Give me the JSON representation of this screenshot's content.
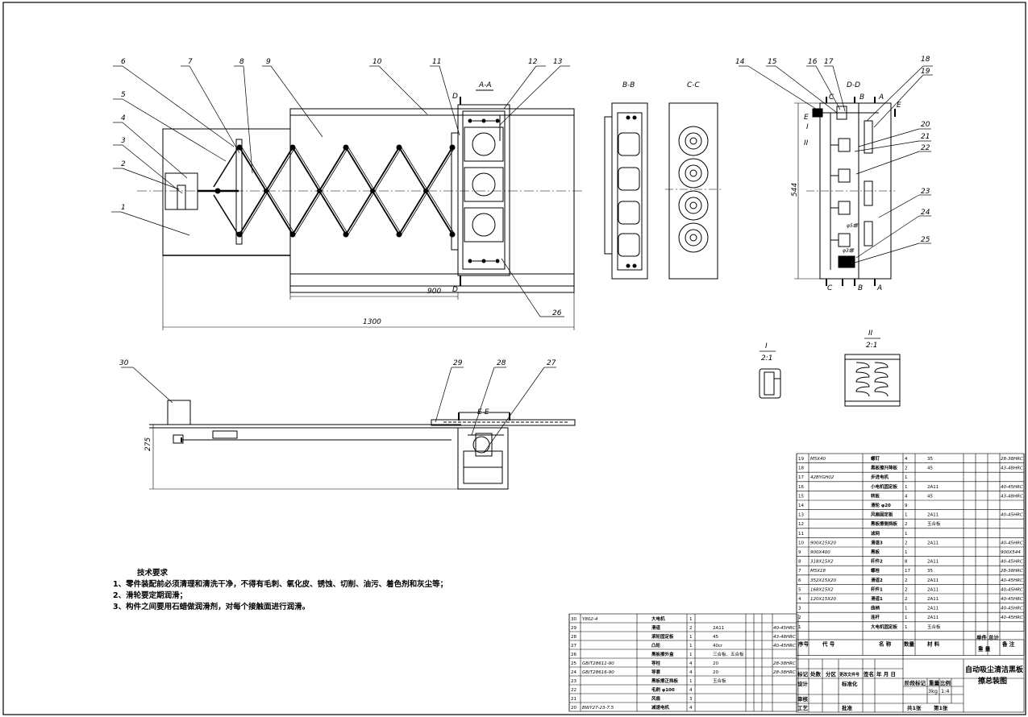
{
  "drawing": {
    "title_line1": "自动吸尘清洁黑板",
    "title_line2": "擦总装图",
    "weight": "3kg",
    "scale": "1:4",
    "sheets_total": "共1张",
    "sheet_no": "第1张"
  },
  "view_labels": {
    "aa": "A-A",
    "bb": "B-B",
    "cc": "C-C",
    "dd": "D-D",
    "ee": "E-E",
    "detail1": "I",
    "detail1_scale": "2:1",
    "detail2": "II",
    "detail2_scale": "2:1"
  },
  "section_marks": [
    "A",
    "B",
    "C",
    "D",
    "E",
    "I",
    "II"
  ],
  "dimensions": {
    "d900": "900",
    "d1300": "1300",
    "d544": "544",
    "d275": "275",
    "phi1": "φ5螺",
    "phi2": "φ3螺"
  },
  "balloons": [
    "1",
    "2",
    "3",
    "4",
    "5",
    "6",
    "7",
    "8",
    "9",
    "10",
    "11",
    "12",
    "13",
    "14",
    "15",
    "16",
    "17",
    "18",
    "19",
    "20",
    "21",
    "22",
    "23",
    "24",
    "25",
    "26",
    "27",
    "28",
    "29",
    "30"
  ],
  "notes": {
    "title": "技术要求",
    "lines": [
      "1、零件装配前必须清理和清洗干净，不得有毛刺、氧化皮、锈蚀、切削、油污、着色剂和灰尘等；",
      "2、滑轮要定期润滑；",
      "3、构件之间要用石蜡做润滑剂，对每个接触面进行润滑。"
    ]
  },
  "bom_right": [
    [
      "19",
      "M5X40",
      "螺钉",
      "4",
      "35",
      "",
      "",
      "28-38HRC"
    ],
    [
      "18",
      "",
      "黑板擦升降板",
      "2",
      "45",
      "",
      "",
      "43-48HRC"
    ],
    [
      "17",
      "42BYGH02",
      "步进电机",
      "1",
      "",
      "",
      "",
      ""
    ],
    [
      "16",
      "",
      "小电机固定板",
      "1",
      "2A11",
      "",
      "",
      "40-45HRC"
    ],
    [
      "15",
      "",
      "转板",
      "4",
      "45",
      "",
      "",
      "43-48HRC"
    ],
    [
      "14",
      "",
      "滑轮 φ20",
      "9",
      "",
      "",
      "",
      ""
    ],
    [
      "13",
      "",
      "风扇固定板",
      "1",
      "2A11",
      "",
      "",
      "40-45HRC"
    ],
    [
      "12",
      "",
      "黑板擦侧挡板",
      "2",
      "玉合板",
      "",
      "",
      ""
    ],
    [
      "11",
      "",
      "滤网",
      "1",
      "",
      "",
      "",
      ""
    ],
    [
      "10",
      "900X15X20",
      "滑道3",
      "2",
      "2A11",
      "",
      "",
      "40-45HRC"
    ],
    [
      "9",
      "900X400",
      "黑板",
      "1",
      "",
      "",
      "",
      "900X544"
    ],
    [
      "8",
      "318X15X2",
      "杆件2",
      "8",
      "2A11",
      "",
      "",
      "40-45HRC"
    ],
    [
      "7",
      "M5X18",
      "螺栓",
      "17",
      "35",
      "",
      "",
      "28-38HRC"
    ],
    [
      "6",
      "352X15X20",
      "滑道2",
      "2",
      "2A11",
      "",
      "",
      "40-45HRC"
    ],
    [
      "5",
      "168X15X2",
      "杆件1",
      "2",
      "2A11",
      "",
      "",
      "40-45HRC"
    ],
    [
      "4",
      "120X15X20",
      "滑道1",
      "2",
      "2A11",
      "",
      "",
      "40-45HRC"
    ],
    [
      "3",
      "",
      "曲柄",
      "1",
      "2A11",
      "",
      "",
      "40-45HRC"
    ],
    [
      "2",
      "",
      "连杆",
      "1",
      "2A11",
      "",
      "",
      "40-45HRC"
    ],
    [
      "1",
      "",
      "大电机固定板",
      "1",
      "玉合板",
      "",
      "",
      ""
    ]
  ],
  "bom_right_header": [
    "序号",
    "代 号",
    "名 称",
    "数量",
    "材 料",
    "单件",
    "总计",
    "备 注"
  ],
  "bom_right_header_sub": "重 量",
  "bom_left": [
    [
      "30",
      "Y802-4",
      "大电机",
      "1",
      "",
      "",
      ""
    ],
    [
      "29",
      "",
      "滑道",
      "2",
      "2A11",
      "",
      "40-45HRC"
    ],
    [
      "28",
      "",
      "滚轮固定板",
      "1",
      "45",
      "",
      "43-48HRC"
    ],
    [
      "27",
      "",
      "凸轮",
      "1",
      "40cr",
      "",
      "40-45HRC"
    ],
    [
      "26",
      "",
      "黑板擦外盒",
      "1",
      "三合板、五合板",
      "",
      ""
    ],
    [
      "25",
      "GB/T28611-90",
      "导柱",
      "4",
      "20",
      "",
      "28-38HRC"
    ],
    [
      "24",
      "GB/T28616-90",
      "导套",
      "4",
      "20",
      "",
      "28-38HRC"
    ],
    [
      "23",
      "",
      "黑板擦正挡板",
      "1",
      "玉合板",
      "",
      ""
    ],
    [
      "22",
      "",
      "毛刷 φ100",
      "4",
      "",
      "",
      ""
    ],
    [
      "21",
      "",
      "风扇",
      "3",
      "",
      "",
      ""
    ],
    [
      "20",
      "BWY27-23-7.5",
      "减速电机",
      "4",
      "",
      "",
      ""
    ]
  ],
  "title_block": {
    "marks": "标记",
    "count": "处数",
    "zone": "分区",
    "change_doc": "更改文件号",
    "signature": "签名",
    "date": "年 月 日",
    "design": "设计",
    "standard": "标准化",
    "stage": "阶段标记",
    "weight_label": "重量",
    "scale_label": "比例",
    "review": "审核",
    "process": "工艺",
    "approve": "批准"
  }
}
